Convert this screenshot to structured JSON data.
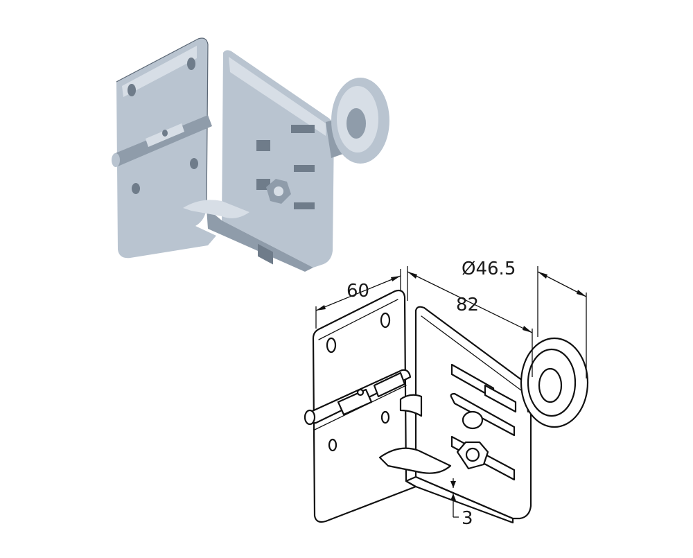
{
  "dimensions": {
    "width_label": "60",
    "depth_label": "82",
    "diameter_label": "Ø46.5",
    "thickness_label": "3"
  }
}
